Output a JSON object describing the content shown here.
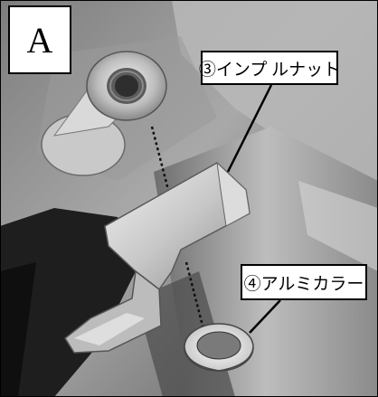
{
  "figure": {
    "panel_letter": "A",
    "labels": {
      "impulse_nut": "③インプ ルナット",
      "aluminum_collar": "④アルミカラー"
    }
  },
  "colors": {
    "label_border": "#000000",
    "label_fill": "#ffffff",
    "photo_tone": "grayscale"
  }
}
